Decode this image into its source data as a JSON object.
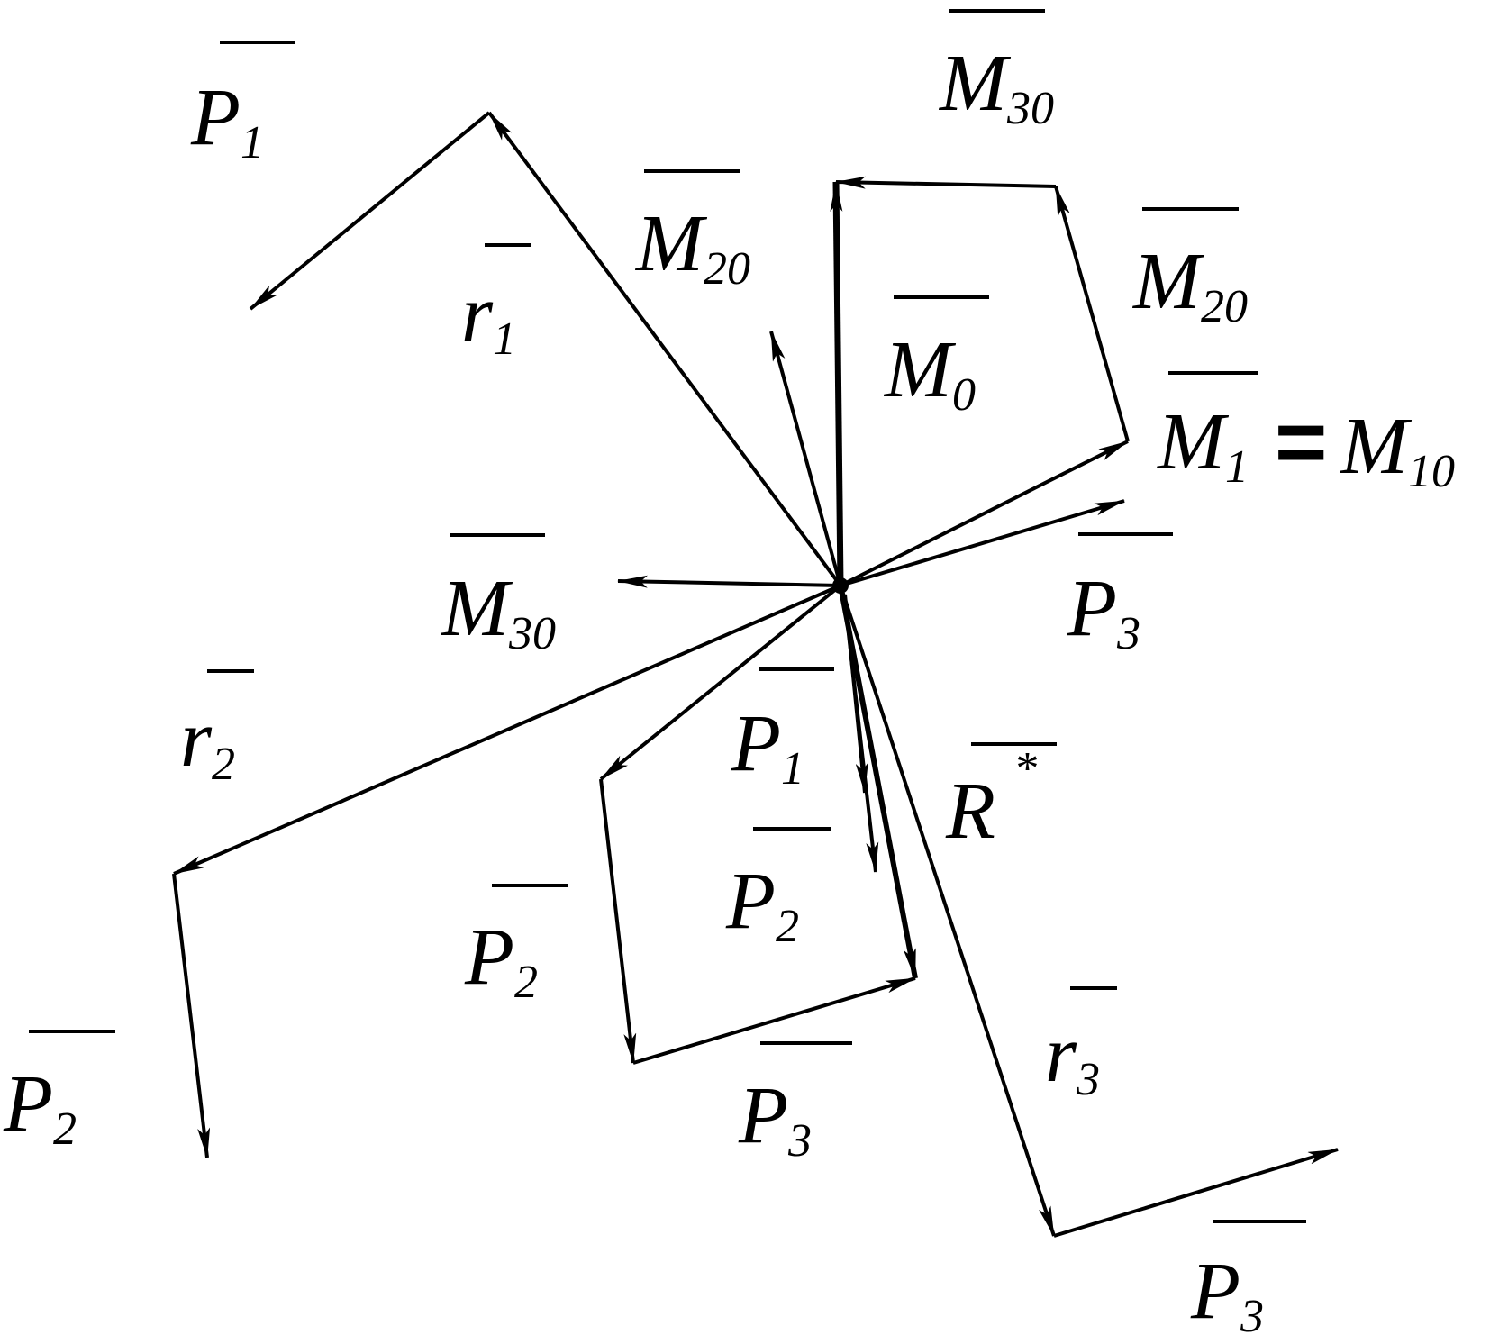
{
  "diagram": {
    "labels": {
      "P1_top": {
        "base": "P",
        "sub": "1"
      },
      "r1": {
        "base": "r",
        "sub": "1"
      },
      "M20_mid": {
        "base": "M",
        "sub": "20"
      },
      "M30_top": {
        "base": "M",
        "sub": "30"
      },
      "M20_right": {
        "base": "M",
        "sub": "20"
      },
      "M0": {
        "base": "M",
        "sub": "0"
      },
      "M1": {
        "base": "M",
        "sub": "1"
      },
      "eq": "=",
      "M10": {
        "base": "M",
        "sub": "10"
      },
      "M30_left": {
        "base": "M",
        "sub": "30"
      },
      "P3_right": {
        "base": "P",
        "sub": "3"
      },
      "r2": {
        "base": "r",
        "sub": "2"
      },
      "P1_center": {
        "base": "P",
        "sub": "1"
      },
      "R_star": {
        "base": "R",
        "sup": "*"
      },
      "P2_center": {
        "base": "P",
        "sub": "2"
      },
      "P2_poly": {
        "base": "P",
        "sub": "2"
      },
      "P2_left": {
        "base": "P",
        "sub": "2"
      },
      "P3_bottom": {
        "base": "P",
        "sub": "3"
      },
      "r3": {
        "base": "r",
        "sub": "3"
      },
      "P3_far": {
        "base": "P",
        "sub": "3"
      }
    }
  }
}
